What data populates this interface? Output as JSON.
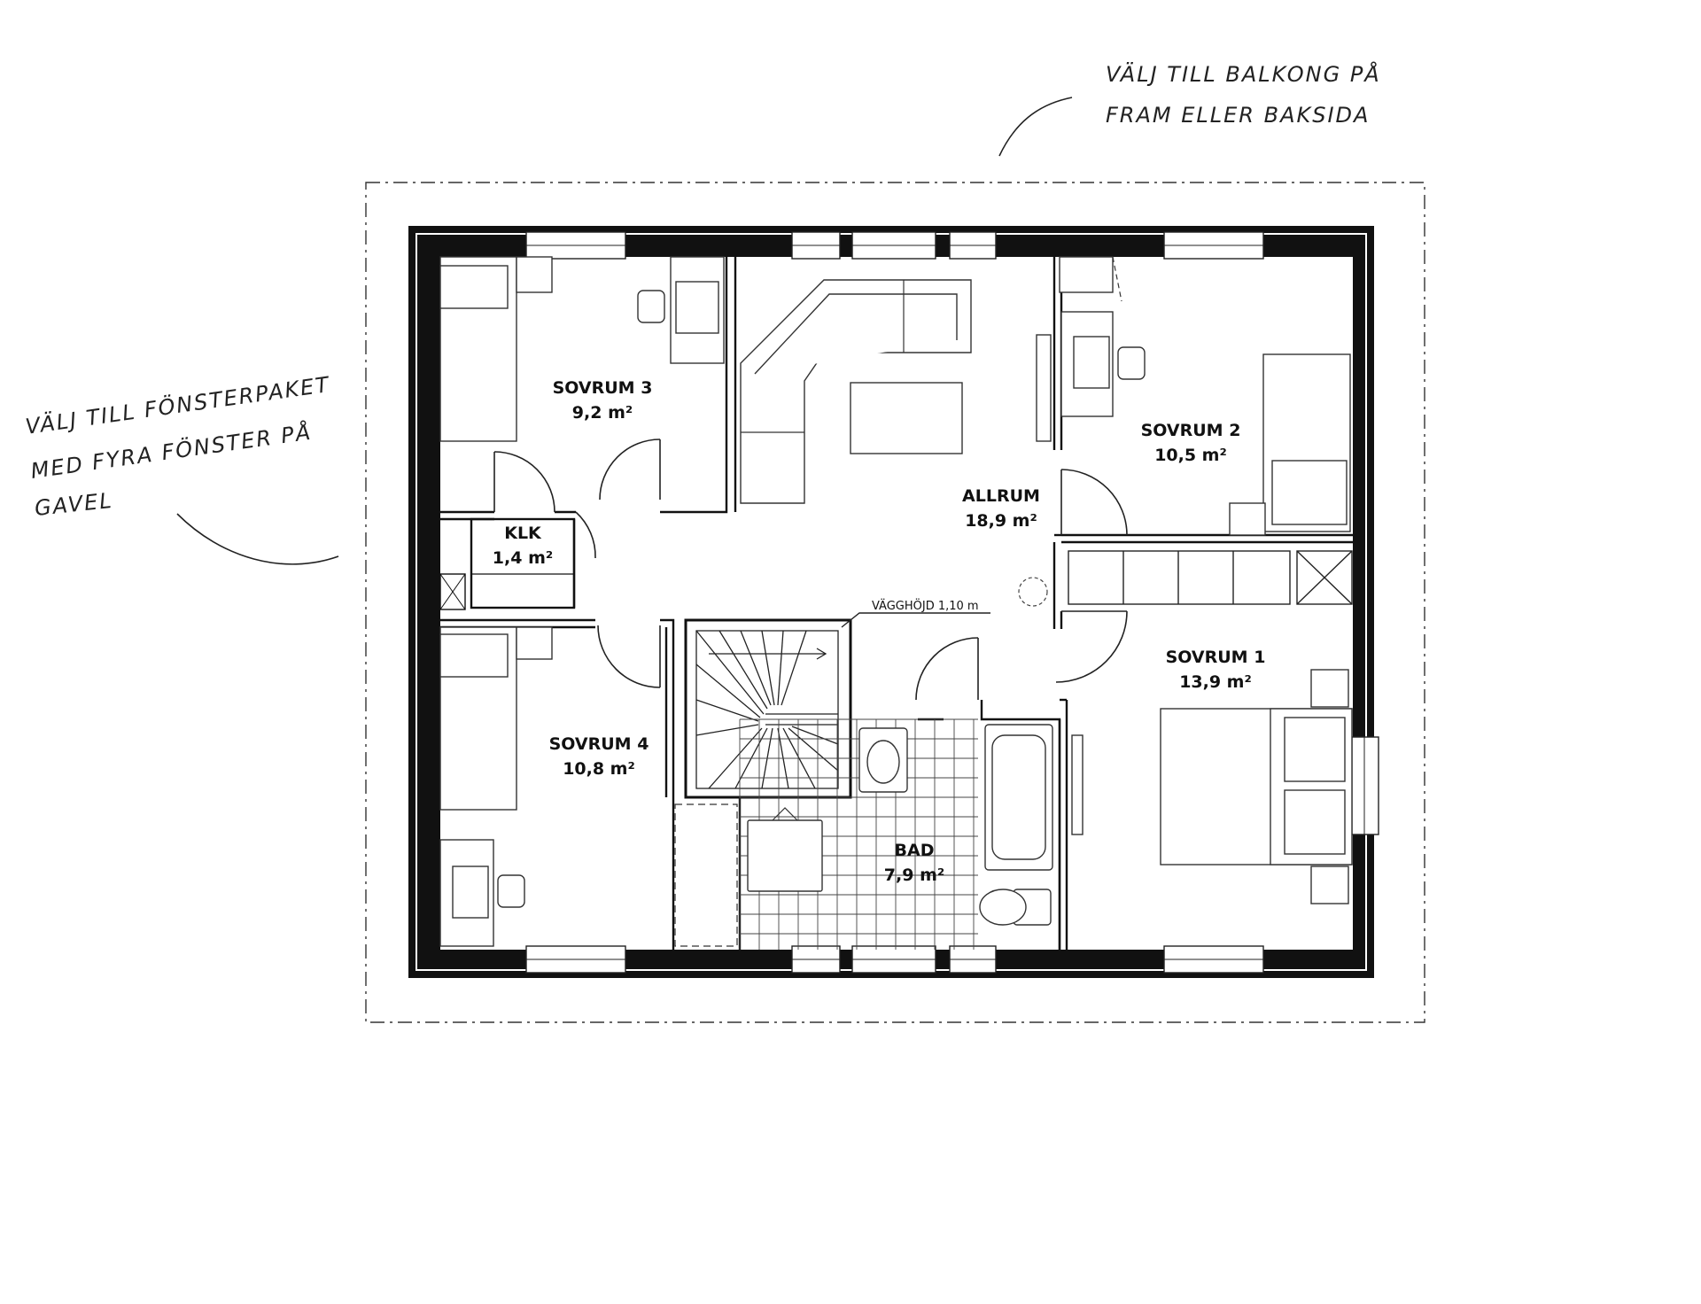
{
  "annotations": {
    "balcony": [
      "VÄLJ TILL BALKONG PÅ",
      "FRAM ELLER BAKSIDA"
    ],
    "windows": [
      "VÄLJ TILL FÖNSTERPAKET",
      "MED FYRA FÖNSTER PÅ",
      "GAVEL"
    ]
  },
  "wall_height_note": "VÄGGHÖJD 1,10 m",
  "rooms": {
    "sovrum3": {
      "name": "SOVRUM 3",
      "area": "9,2 m²"
    },
    "klk": {
      "name": "KLK",
      "area": "1,4 m²"
    },
    "allrum": {
      "name": "ALLRUM",
      "area": "18,9 m²"
    },
    "sovrum2": {
      "name": "SOVRUM 2",
      "area": "10,5 m²"
    },
    "sovrum1": {
      "name": "SOVRUM 1",
      "area": "13,9 m²"
    },
    "sovrum4": {
      "name": "SOVRUM 4",
      "area": "10,8 m²"
    },
    "bad": {
      "name": "BAD",
      "area": "7,9 m²"
    }
  }
}
